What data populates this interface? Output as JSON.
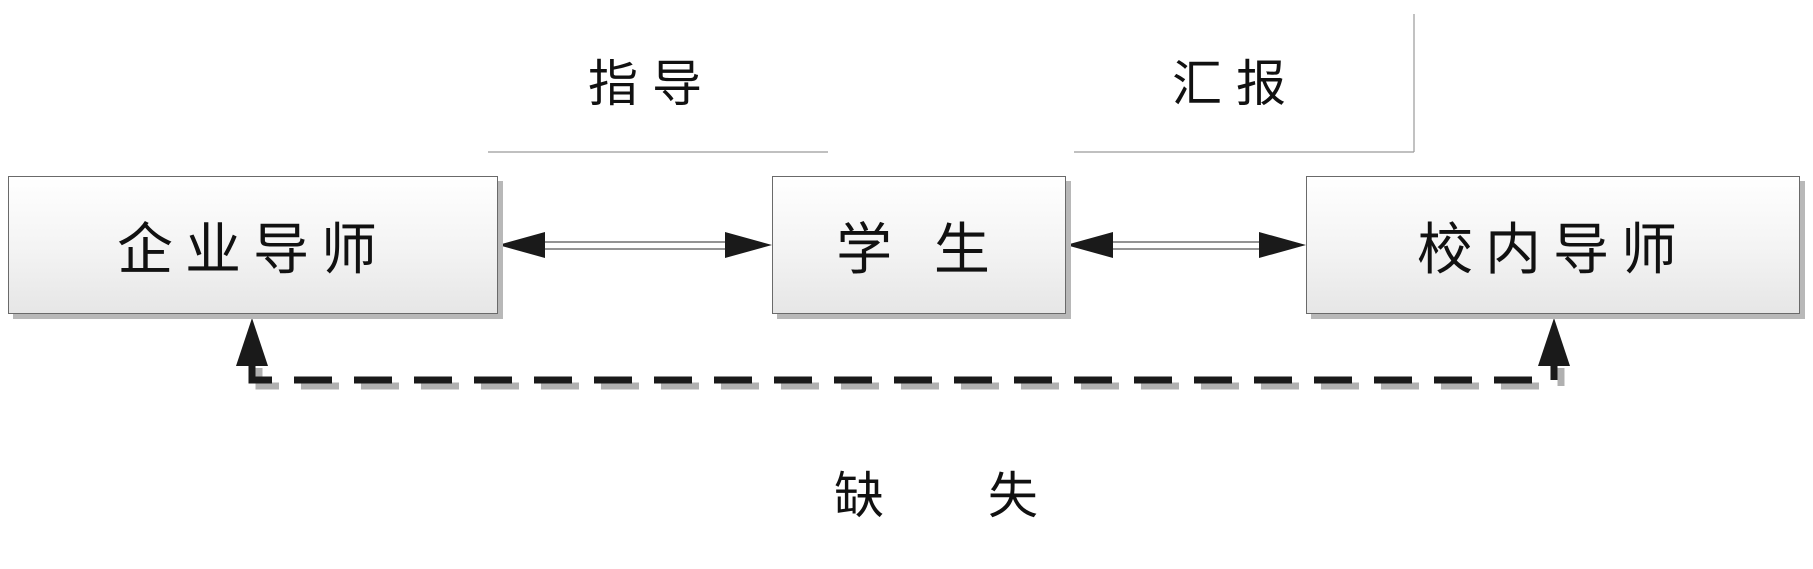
{
  "diagram": {
    "nodes": {
      "enterprise_mentor": "企业导师",
      "student": "学 生",
      "school_mentor": "校内导师"
    },
    "edges": {
      "guidance_label": "指导",
      "report_label": "汇报",
      "missing_label": "缺 失"
    }
  }
}
